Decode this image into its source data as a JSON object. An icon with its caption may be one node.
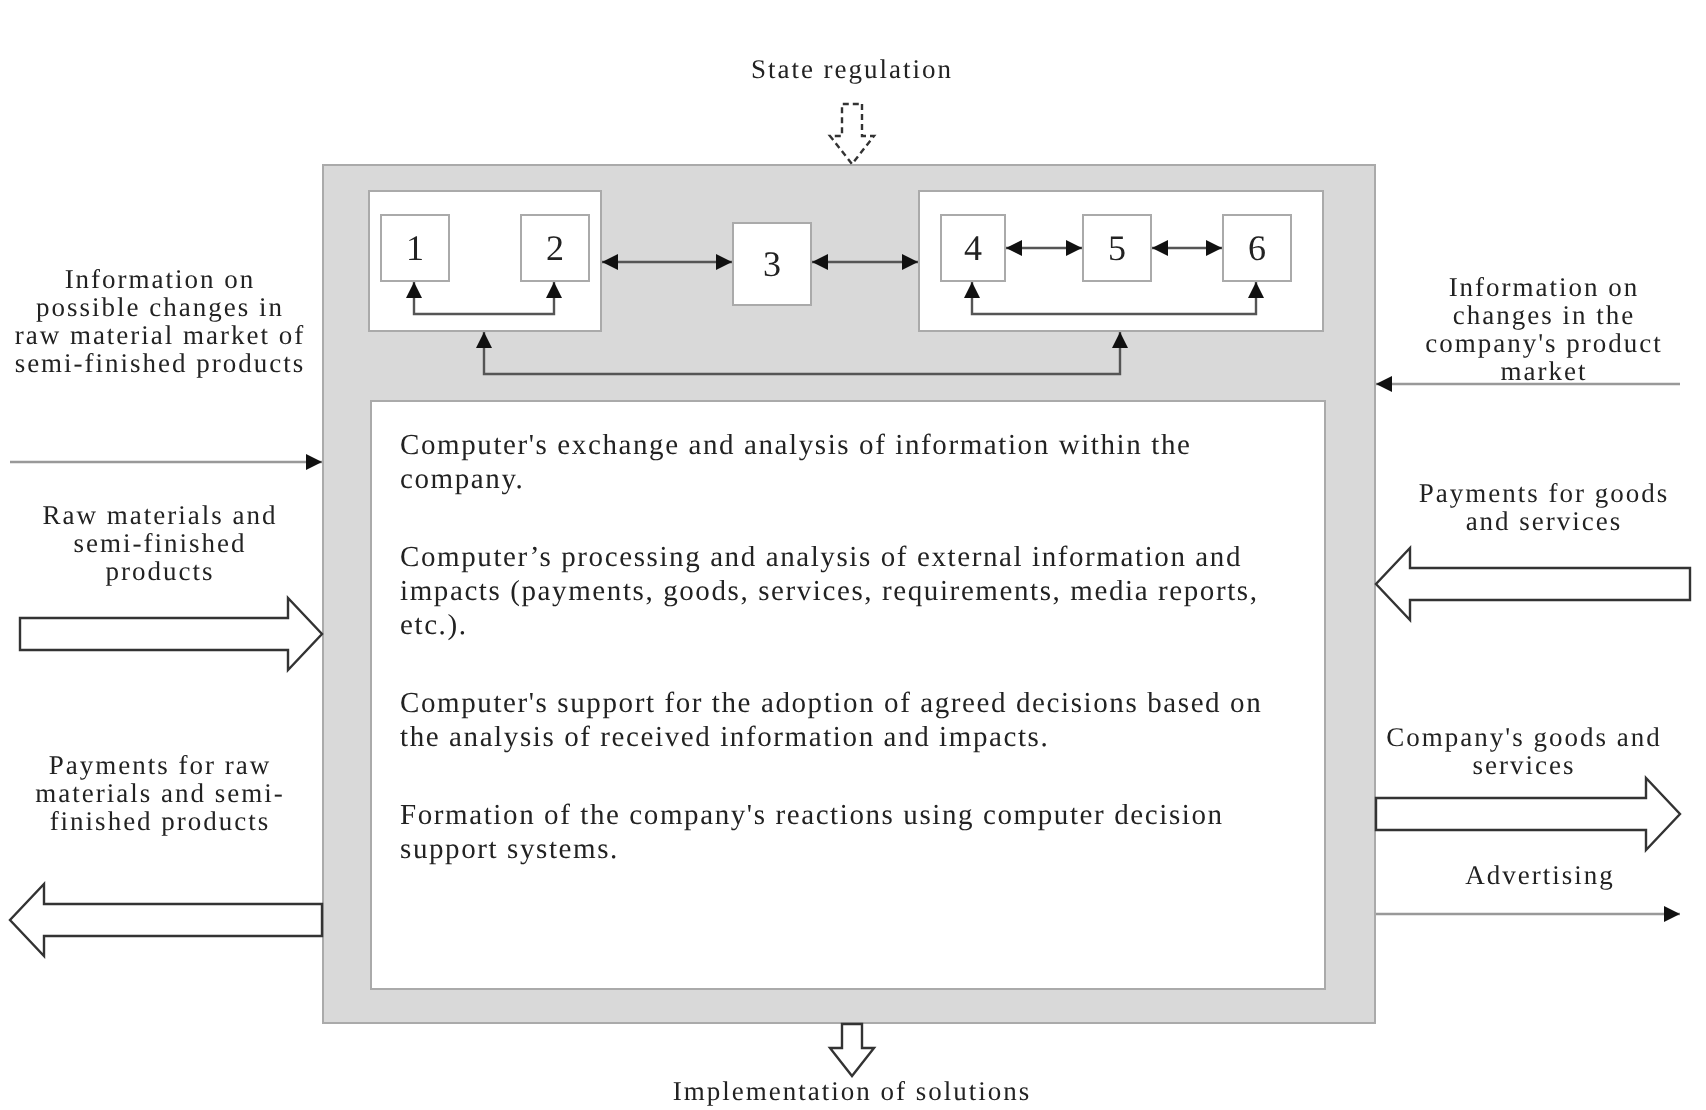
{
  "diagram": {
    "nodes": [
      {
        "text": [],
        "shape": "box"
      },
      {
        "text": [],
        "shape": "box",
        "in": 0
      },
      {
        "text": [
          "1"
        ],
        "in": 1
      },
      {
        "text": [
          "2"
        ],
        "in": 1
      },
      {
        "text": [
          "3"
        ],
        "in": 0
      },
      {
        "text": [],
        "shape": "box",
        "in": 0
      },
      {
        "text": [
          "4"
        ],
        "in": 5
      },
      {
        "text": [
          "5"
        ],
        "in": 5
      },
      {
        "text": [
          "6"
        ],
        "in": 5
      },
      {
        "text": [
          "Computer's exchange and analysis of information within the company.",
          "Computer’s processing and analysis of external information and impacts (payments, goods, services, requirements, media reports, etc.).",
          "Computer's support for the adoption of agreed decisions based on the analysis of received information and impacts.",
          "Formation of the company's reactions using computer decision support systems."
        ],
        "in": 0
      }
    ],
    "edges": [
      {
        "from": null,
        "to": 0,
        "arrow": "to",
        "label": "State regulation",
        "style": "dashed"
      },
      {
        "from": null,
        "to": 0,
        "arrow": "to",
        "label": "Information on possible changes in raw material market of semi-finished products"
      },
      {
        "from": null,
        "to": 0,
        "arrow": "to",
        "label": "Raw materials and semi-finished products",
        "style": "thick"
      },
      {
        "from": 0,
        "to": null,
        "arrow": "to",
        "label": "Payments for raw materials and semi-finished products",
        "style": "thick"
      },
      {
        "from": 0,
        "to": null,
        "arrow": "to",
        "label": "Implementation of solutions",
        "style": "thick"
      },
      {
        "from": null,
        "to": 0,
        "arrow": "to",
        "label": "Information on changes in the company's product market"
      },
      {
        "from": null,
        "to": 0,
        "arrow": "to",
        "label": "Payments for goods and services",
        "style": "thick"
      },
      {
        "from": 0,
        "to": null,
        "arrow": "to",
        "label": "Company's goods and services",
        "style": "thick"
      },
      {
        "from": 0,
        "to": null,
        "arrow": "to",
        "label": "Advertising"
      },
      {
        "from": 1,
        "to": 4,
        "arrow": "both"
      },
      {
        "from": 4,
        "to": 5,
        "arrow": "both"
      },
      {
        "from": 6,
        "to": 7,
        "arrow": "both"
      },
      {
        "from": 7,
        "to": 8,
        "arrow": "both"
      },
      {
        "from": 2,
        "to": 3,
        "arrow": "both"
      },
      {
        "from": 6,
        "to": 8,
        "arrow": "both"
      },
      {
        "from": 1,
        "to": 5,
        "arrow": "both"
      }
    ]
  }
}
